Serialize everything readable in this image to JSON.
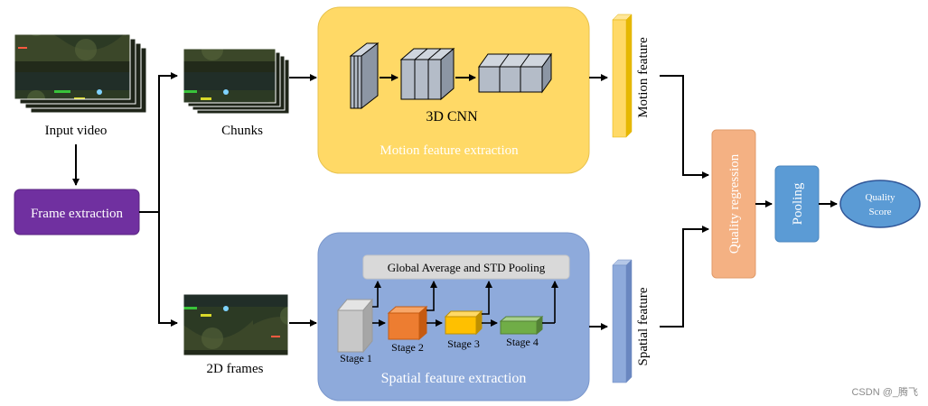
{
  "diagram": {
    "inputs": {
      "input_video": "Input video",
      "chunks": "Chunks",
      "frames_2d": "2D frames"
    },
    "frame_extraction": {
      "label": "Frame extraction",
      "color": "#7030a0"
    },
    "motion_block": {
      "net_label": "3D CNN",
      "title": "Motion feature extraction",
      "color": "#ffd966"
    },
    "spatial_block": {
      "pool_label": "Global Average and STD Pooling",
      "stages": [
        "Stage 1",
        "Stage 2",
        "Stage 3",
        "Stage 4"
      ],
      "title": "Spatial feature extraction",
      "color": "#8eaadb"
    },
    "features": {
      "motion": "Motion feature",
      "spatial": "Spatial feature"
    },
    "regression": {
      "label": "Quality regression",
      "color": "#f4b183"
    },
    "pooling": {
      "label": "Pooling",
      "color": "#5b9bd5"
    },
    "output": {
      "line1": "Quality",
      "line2": "Score"
    }
  },
  "watermark": "CSDN @_腾飞"
}
